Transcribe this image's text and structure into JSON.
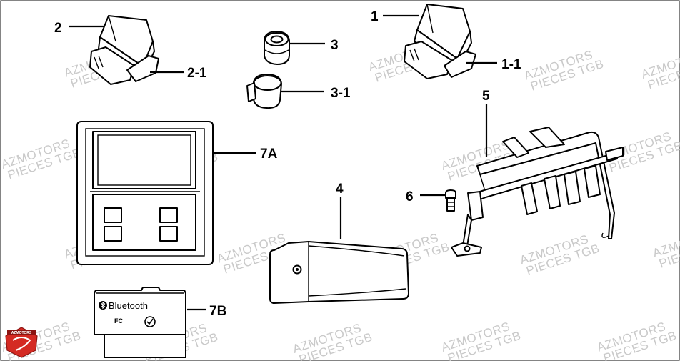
{
  "callouts": {
    "c1": "1",
    "c1_1": "1-1",
    "c2": "2",
    "c2_1": "2-1",
    "c3": "3",
    "c3_1": "3-1",
    "c4": "4",
    "c5": "5",
    "c6": "6",
    "c7a": "7A",
    "c7b": "7B"
  },
  "module_7b": {
    "bluetooth_label": "Bluetooth",
    "fc_mark": "FC"
  },
  "watermark": {
    "line1": "AZMOTORS",
    "line2": "PIECES TGB",
    "logo_text": "AZMOTORS"
  },
  "colors": {
    "line": "#000000",
    "watermark": "#c9c9c9",
    "logo_red": "#d42a23",
    "frame": "#333333"
  }
}
